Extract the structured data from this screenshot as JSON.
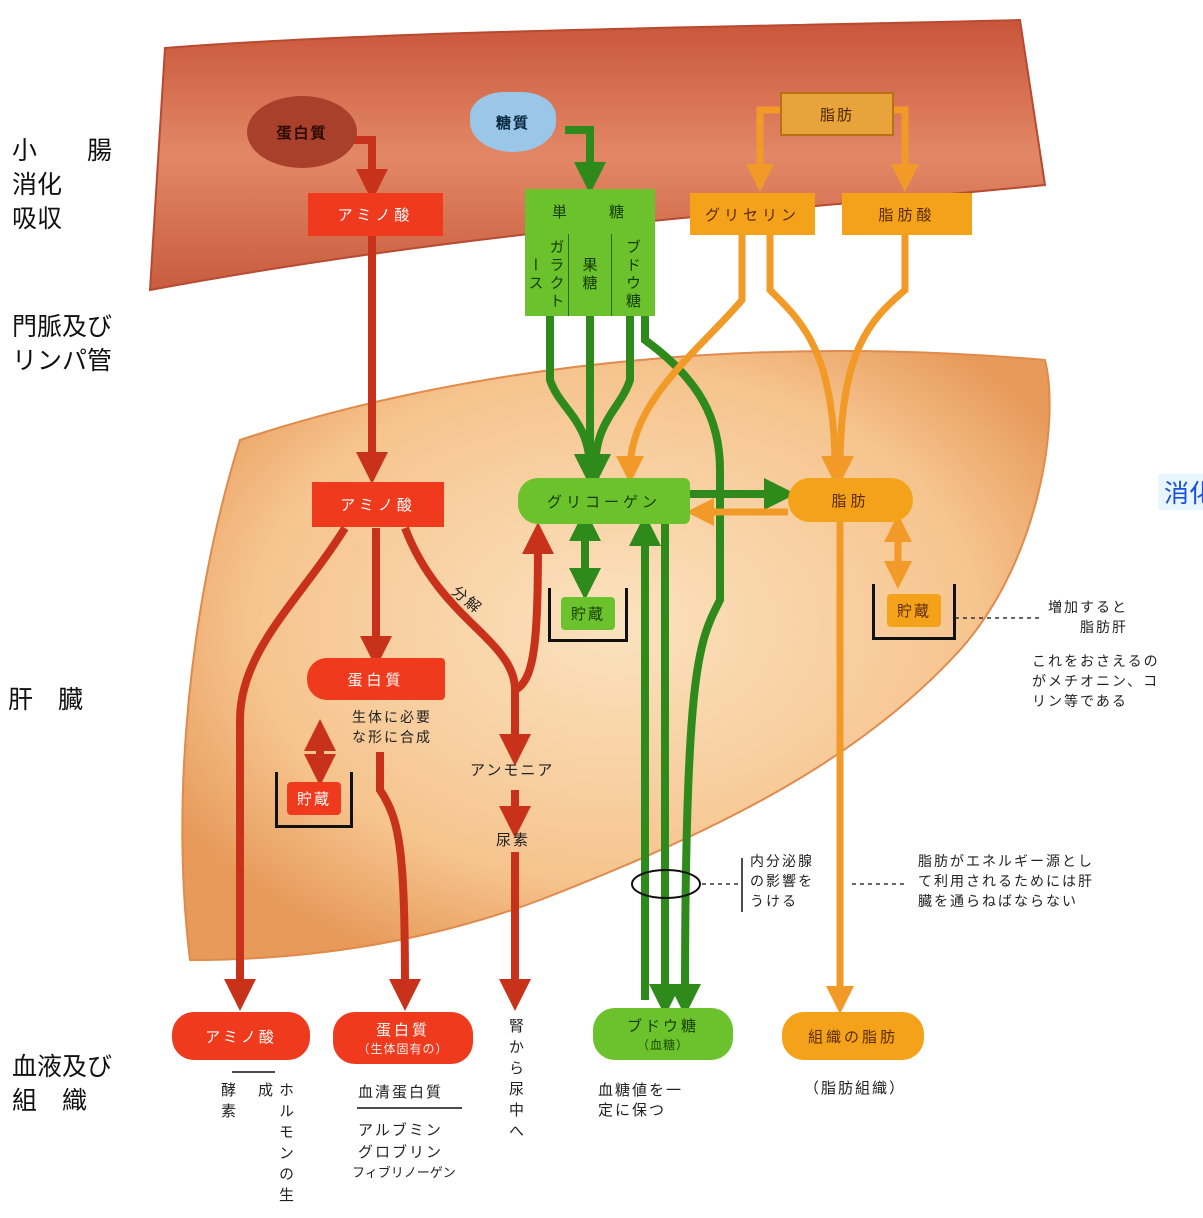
{
  "side_labels": {
    "intestine": "小　　腸\n消化\n吸収",
    "portal": "門脈及び\nリンパ管",
    "liver": "肝　臓",
    "blood": "血液及び\n組　織"
  },
  "cut_label": "消化",
  "intestine": {
    "protein_food": "蛋白質",
    "carb_food": "糖質",
    "fat_food": "脂肪",
    "amino": "アミノ酸",
    "monosaccharide": "単　　糖",
    "galactose": "ガラクトース",
    "fructose": "果糖",
    "glucose": "ブドウ糖",
    "glycerin": "グリセリン",
    "fatty_acid": "脂肪酸"
  },
  "liver": {
    "amino": "アミノ酸",
    "glycogen": "グリコーゲン",
    "fat": "脂肪",
    "protein": "蛋白質",
    "protein_note": "生体に必要\nな形に合成",
    "decompose": "分解",
    "ammonia": "アンモニア",
    "urea": "尿素",
    "storage_protein": "貯蔵",
    "storage_glycogen": "貯蔵",
    "storage_fat": "貯蔵",
    "fat_note": "増加すると\n　　脂肪肝",
    "fat_note2": "これをおさえるの\nがメチオニン、コ\nリン等である",
    "endocrine_note": "内分泌腺\nの影響を\nうける",
    "fat_energy_note": "脂肪がエネルギー源とし\nて利用されるためには肝\n臓を通らねばならない"
  },
  "blood": {
    "amino": "アミノ酸",
    "protein": "蛋白質",
    "protein_sub": "（生体固有の）",
    "glucose": "ブドウ糖",
    "glucose_sub": "（血糖）",
    "tissue_fat": "組織の脂肪",
    "amino_out1": "酵素",
    "amino_out2": "ホルモンの生成",
    "serum": "血清蛋白質",
    "albumin": "アルブミン",
    "globulin": "グロブリン",
    "fibrinogen": "フィブリノーゲン",
    "urine": "腎から尿中へ",
    "glucose_note": "血糖値を一\n定に保つ",
    "tissue_note": "（脂肪組織）"
  },
  "colors": {
    "red": "#d9361c",
    "green": "#2f8a1c",
    "orange": "#f29a28",
    "liver": "#f7c58e",
    "intestine": "#d8704a"
  }
}
